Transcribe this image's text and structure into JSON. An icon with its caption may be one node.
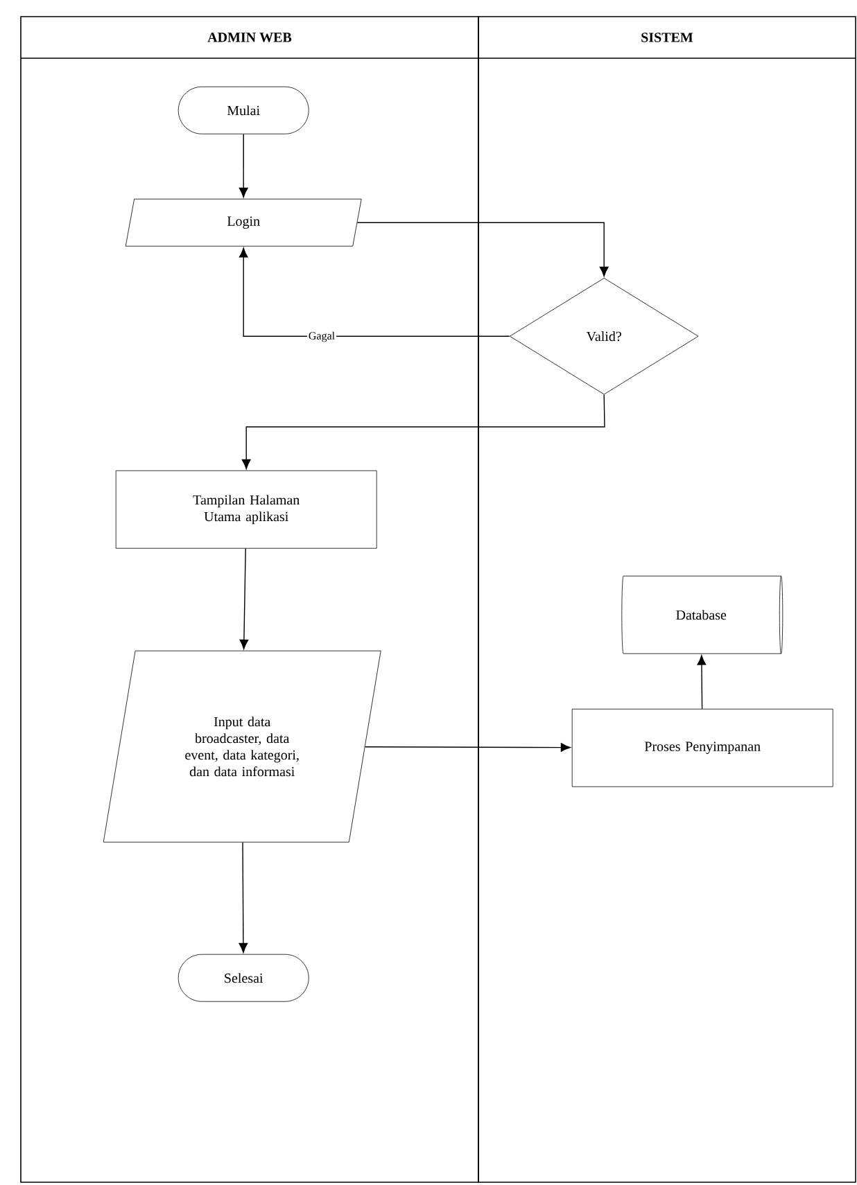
{
  "diagram": {
    "nodes": [
      {
        "text": [
          "ADMIN WEB"
        ]
      },
      {
        "text": [
          "SISTEM"
        ]
      },
      {
        "text": [
          "Mulai"
        ],
        "in": 0
      },
      {
        "text": [
          "Login"
        ],
        "in": 0
      },
      {
        "text": [
          "Valid?"
        ],
        "in": 1
      },
      {
        "text": [
          "Tampilan Halaman Utama aplikasi"
        ],
        "in": 0
      },
      {
        "text": [
          "Database"
        ],
        "in": 1
      },
      {
        "text": [
          "Input data broadcaster, data event, data kategori, dan data informasi"
        ],
        "in": 0
      },
      {
        "text": [
          "Proses Penyimpanan"
        ],
        "in": 1
      },
      {
        "text": [
          "Selesai"
        ],
        "in": 0
      }
    ],
    "edges": [
      {
        "from": 2,
        "to": 3,
        "arrow": "to"
      },
      {
        "from": 3,
        "to": 4,
        "arrow": "to"
      },
      {
        "from": 4,
        "to": 3,
        "arrow": "to",
        "label": "Gagal"
      },
      {
        "from": 4,
        "to": 5,
        "arrow": "to"
      },
      {
        "from": 5,
        "to": 7,
        "arrow": "to"
      },
      {
        "from": 7,
        "to": 8,
        "arrow": "to"
      },
      {
        "from": 8,
        "to": 6,
        "arrow": "to"
      },
      {
        "from": 7,
        "to": 9,
        "arrow": "to"
      }
    ]
  }
}
